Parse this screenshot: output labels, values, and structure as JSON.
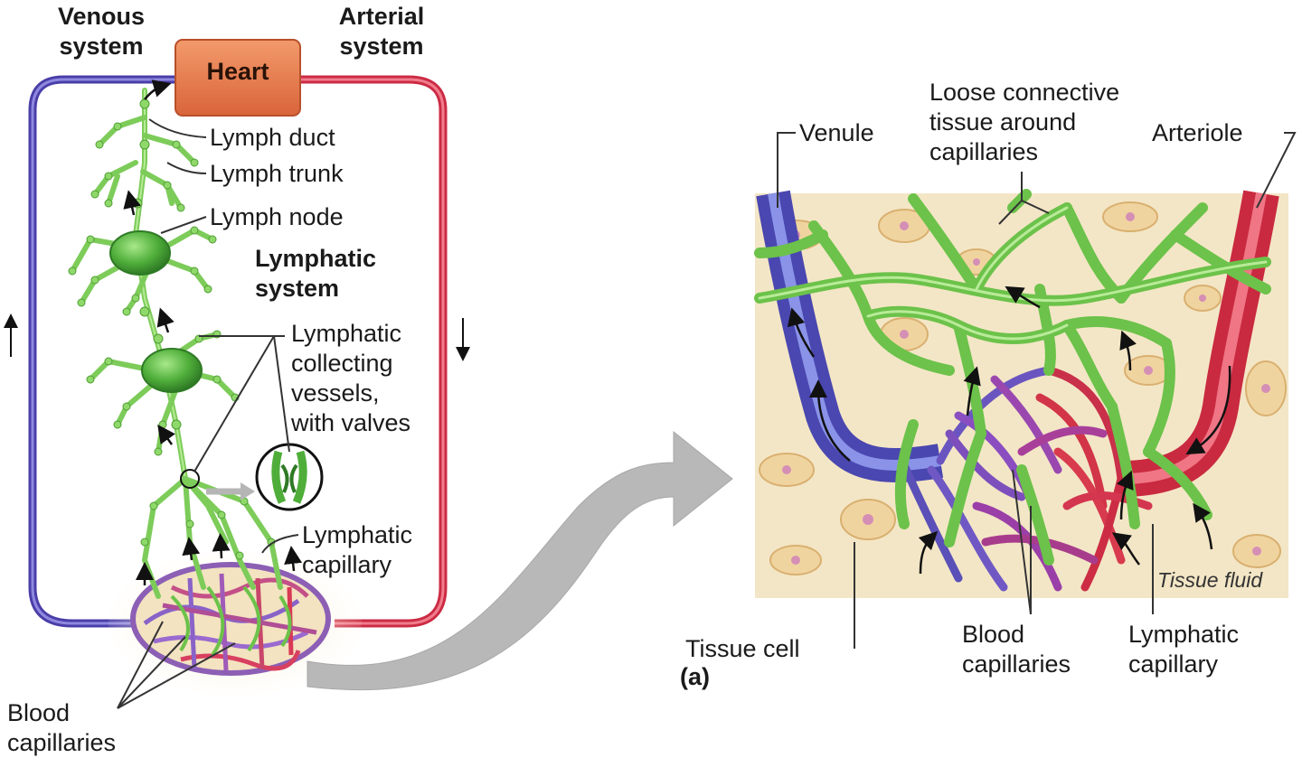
{
  "labels": {
    "venous_system": "Venous\nsystem",
    "arterial_system": "Arterial\nsystem",
    "heart": "Heart",
    "lymph_duct": "Lymph duct",
    "lymph_trunk": "Lymph trunk",
    "lymph_node": "Lymph node",
    "lymphatic_system": "Lymphatic\nsystem",
    "lymphatic_collecting_vessels": "Lymphatic\ncollecting\nvessels,\nwith valves",
    "lymphatic_capillary_left": "Lymphatic\ncapillary",
    "blood_capillaries_left": "Blood\ncapillaries",
    "loose_connective_tissue": "Loose connective\ntissue around\ncapillaries",
    "venule": "Venule",
    "arteriole": "Arteriole",
    "tissue_fluid": "Tissue fluid",
    "tissue_cell": "Tissue cell",
    "panel_a": "(a)",
    "blood_capillaries_right": "Blood\ncapillaries",
    "lymphatic_capillary_right": "Lymphatic\ncapillary"
  },
  "flow_arrows": {
    "venous_direction": "↑",
    "arterial_direction": "↓"
  },
  "colors": {
    "venous": "#5a4bb0",
    "arterial": "#d8334a",
    "lymphatic": "#6cc24a",
    "heart": "#e8774a",
    "tissue_bg": "#f3e6c6",
    "callout_arrow": "#b5b5b5"
  }
}
